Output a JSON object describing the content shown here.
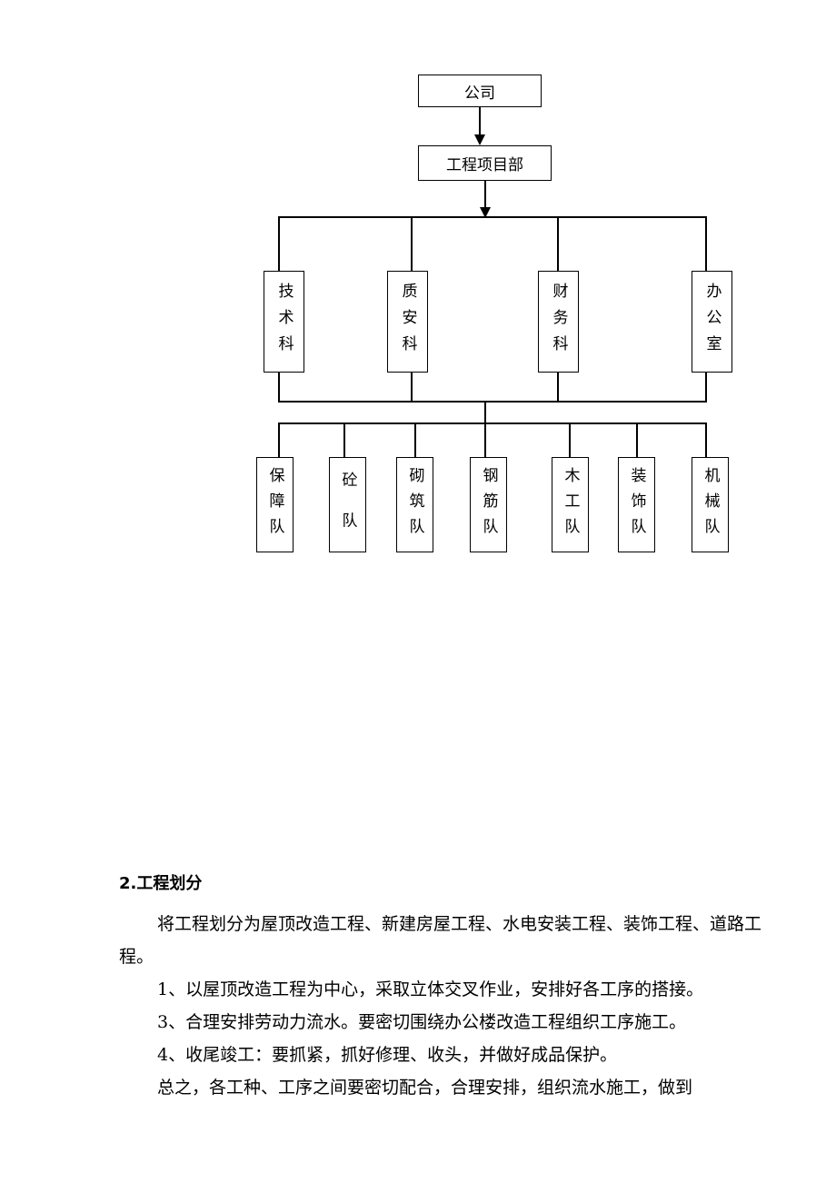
{
  "org_chart": {
    "top": "公司",
    "project_dept": "工程项目部",
    "departments": [
      "技术科",
      "质安科",
      "财务科",
      "办公室"
    ],
    "teams": [
      "保障队",
      "砼 队",
      "砌筑队",
      "钢筋队",
      "木工队",
      "装饰队",
      "机械队"
    ]
  },
  "section": {
    "heading": "2.工程划分",
    "paragraphs": [
      "将工程划分为屋顶改造工程、新建房屋工程、水电安装工程、装饰工程、道路工程。",
      "1、以屋顶改造工程为中心，采取立体交叉作业，安排好各工序的搭接。",
      "3、合理安排劳动力流水。要密切围绕办公楼改造工程组织工序施工。",
      "4、收尾竣工：要抓紧，抓好修理、收头，并做好成品保护。",
      "总之，各工种、工序之间要密切配合，合理安排，组织流水施工，做到"
    ]
  }
}
